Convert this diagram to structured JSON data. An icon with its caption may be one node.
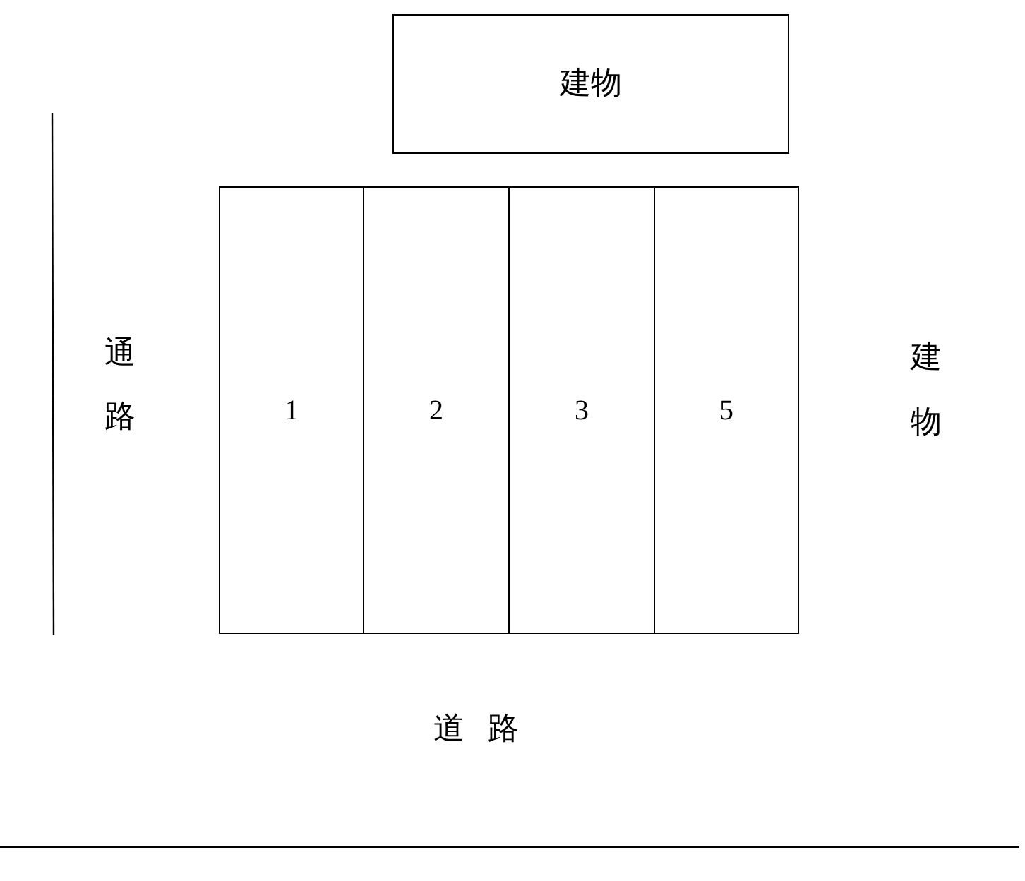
{
  "diagram": {
    "nodes": [
      {
        "text": [
          "建物"
        ]
      },
      {
        "text": [
          "1"
        ]
      },
      {
        "text": [
          "2"
        ]
      },
      {
        "text": [
          "3"
        ]
      },
      {
        "text": [
          "5"
        ]
      }
    ],
    "labels": [
      "通路",
      "建物",
      "道路"
    ]
  }
}
